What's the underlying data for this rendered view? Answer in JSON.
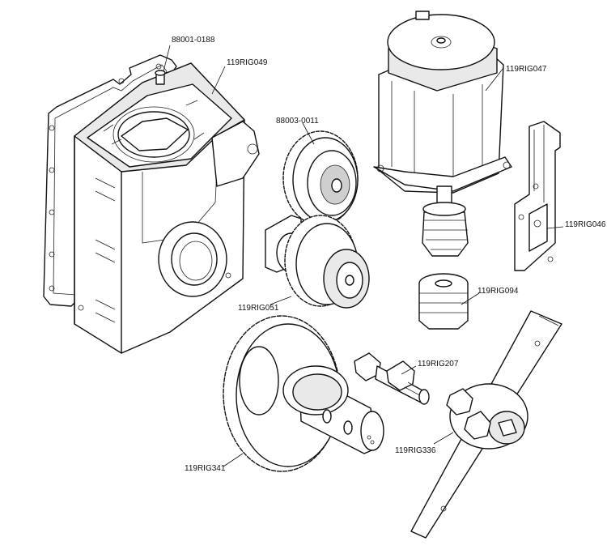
{
  "diagram": {
    "labels": {
      "p88001_0188": "88001-0188",
      "p119RIG049": "119RIG049",
      "p88003_0011": "88003-0011",
      "p119RIG047": "119RIG047",
      "p119RIG046": "119RIG046",
      "p119RIG094": "119RIG094",
      "p119RIG051": "119RIG051",
      "p119RIG207": "119RIG207",
      "p119RIG336": "119RIG336",
      "p119RIG341": "119RIG341"
    }
  }
}
